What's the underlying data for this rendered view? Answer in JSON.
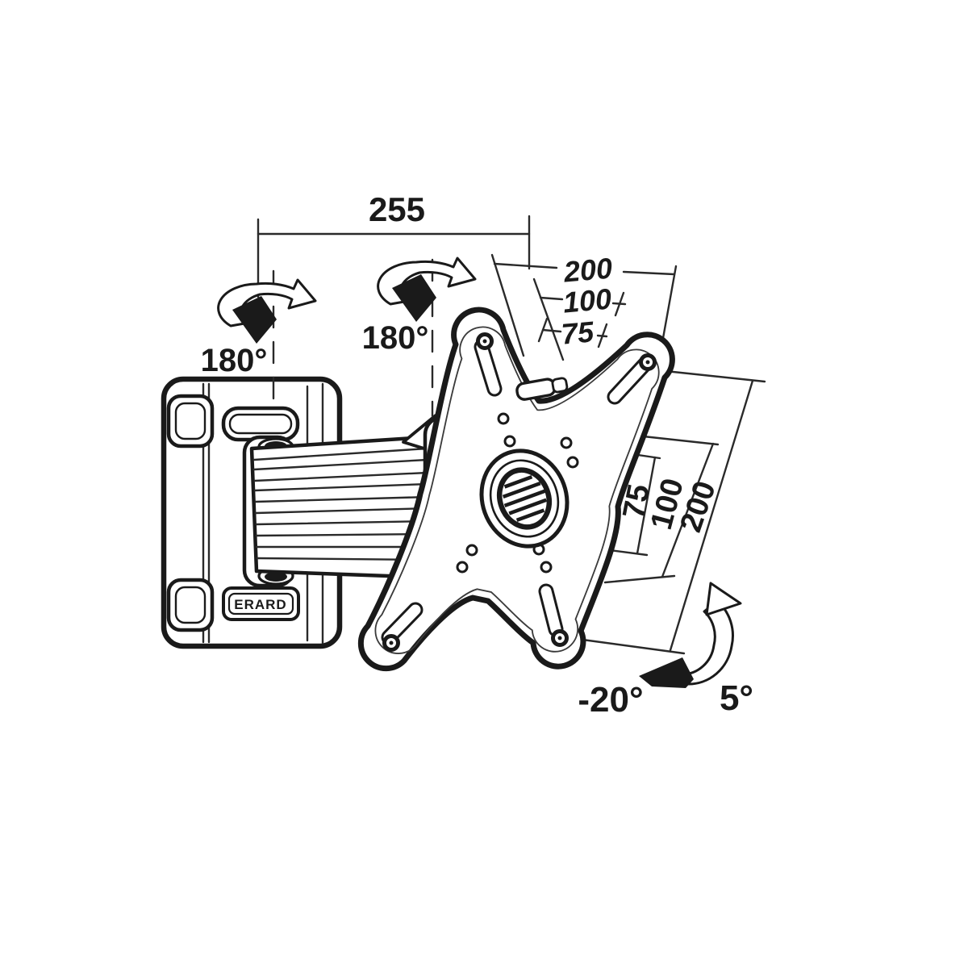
{
  "colors": {
    "ink": "#1a1a1a",
    "paper": "#ffffff"
  },
  "brand": {
    "label": "ERARD"
  },
  "dims": {
    "arm_reach": "255",
    "vesa_width": {
      "v200": "200",
      "v100": "100",
      "v75": "75"
    },
    "vesa_height": {
      "v75": "75",
      "v100": "100",
      "v200": "200"
    }
  },
  "angles": {
    "swivel_wall": "180°",
    "swivel_plate": "180°",
    "tilt_down": "-20°",
    "tilt_up": "5°"
  }
}
